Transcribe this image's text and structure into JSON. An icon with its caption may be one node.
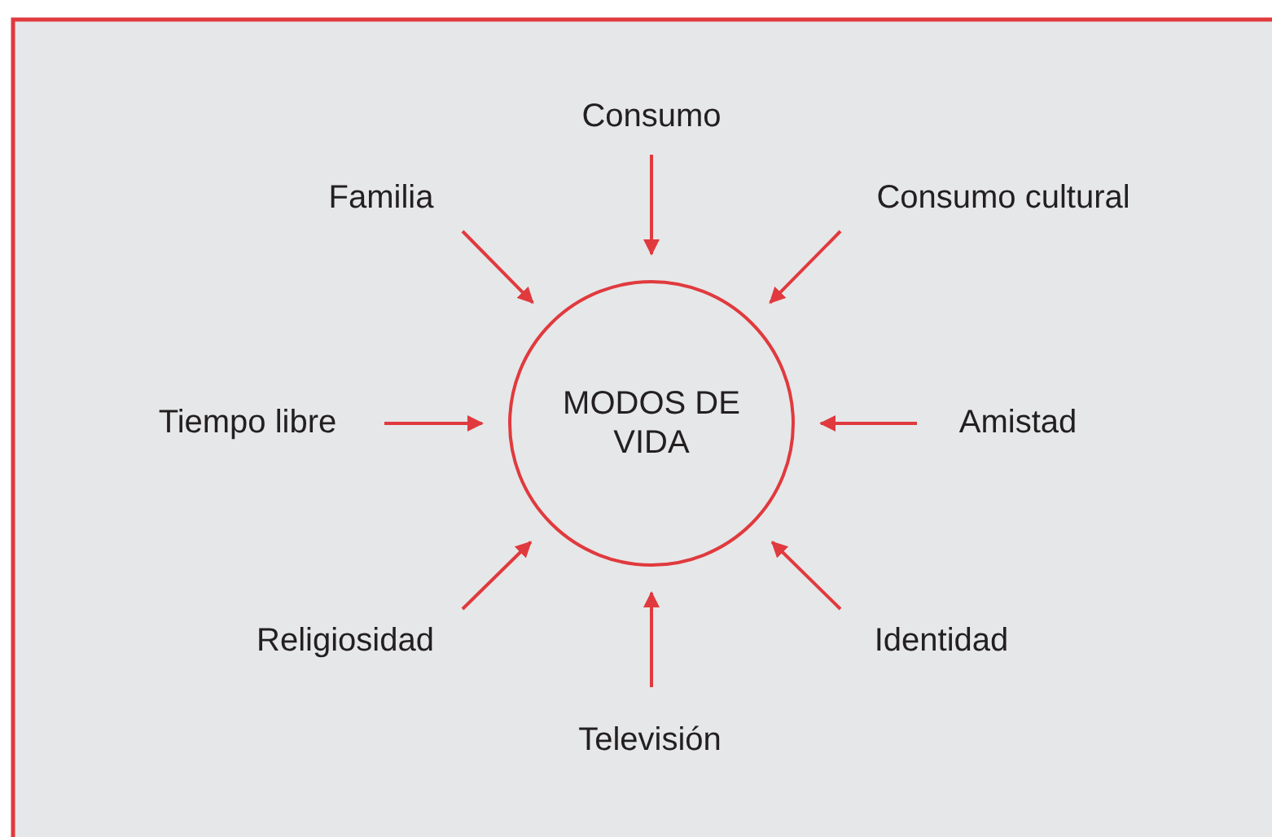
{
  "diagram": {
    "nodes": [
      {
        "text": [
          "MODOS DE VIDA"
        ]
      },
      {
        "text": [
          "Consumo"
        ]
      },
      {
        "text": [
          "Familia"
        ]
      },
      {
        "text": [
          "Consumo cultural"
        ]
      },
      {
        "text": [
          "Tiempo libre"
        ]
      },
      {
        "text": [
          "Amistad"
        ]
      },
      {
        "text": [
          "Religiosidad"
        ]
      },
      {
        "text": [
          "Identidad"
        ]
      },
      {
        "text": [
          "Televisión"
        ]
      }
    ],
    "edges": [
      {
        "from": 1,
        "to": 0,
        "arrow": "to"
      },
      {
        "from": 2,
        "to": 0,
        "arrow": "to"
      },
      {
        "from": 3,
        "to": 0,
        "arrow": "to"
      },
      {
        "from": 4,
        "to": 0,
        "arrow": "to"
      },
      {
        "from": 5,
        "to": 0,
        "arrow": "to"
      },
      {
        "from": 6,
        "to": 0,
        "arrow": "to"
      },
      {
        "from": 7,
        "to": 0,
        "arrow": "to"
      },
      {
        "from": 8,
        "to": 0,
        "arrow": "to"
      }
    ]
  }
}
